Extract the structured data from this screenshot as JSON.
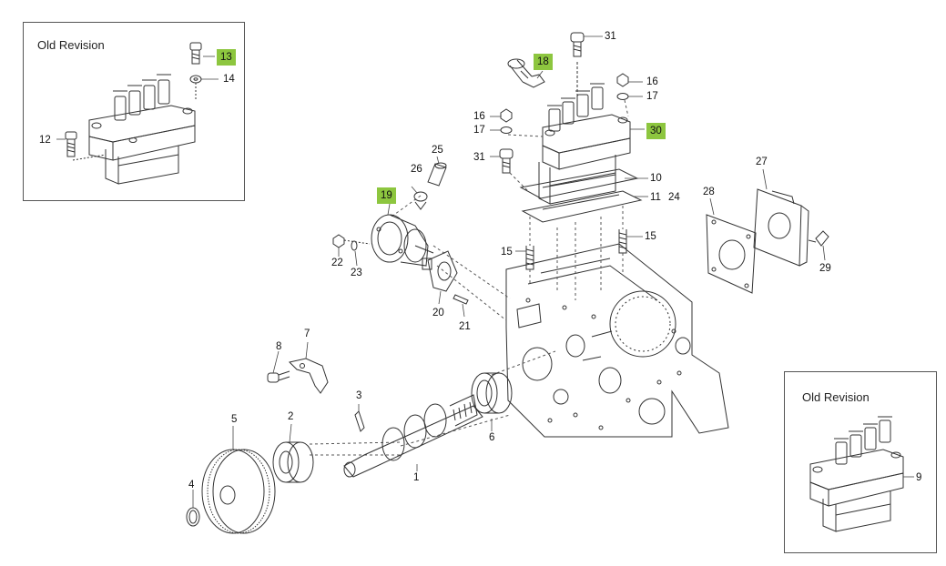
{
  "insets": {
    "top_left": {
      "title": "Old Revision"
    },
    "bottom_right": {
      "title": "Old Revision"
    }
  },
  "highlight_color": "#8dc63f",
  "callouts": {
    "c1": "1",
    "c2": "2",
    "c3": "3",
    "c4": "4",
    "c5": "5",
    "c6": "6",
    "c7": "7",
    "c8": "8",
    "c9": "9",
    "c10": "10",
    "c11": "11",
    "c12": "12",
    "c13": "13",
    "c14": "14",
    "c15a": "15",
    "c15b": "15",
    "c16a": "16",
    "c16b": "16",
    "c17a": "17",
    "c17b": "17",
    "c18": "18",
    "c19": "19",
    "c20": "20",
    "c21": "21",
    "c22": "22",
    "c23": "23",
    "c24": "24",
    "c25": "25",
    "c26": "26",
    "c27": "27",
    "c28": "28",
    "c29": "29",
    "c30": "30",
    "c31a": "31",
    "c31b": "31"
  }
}
